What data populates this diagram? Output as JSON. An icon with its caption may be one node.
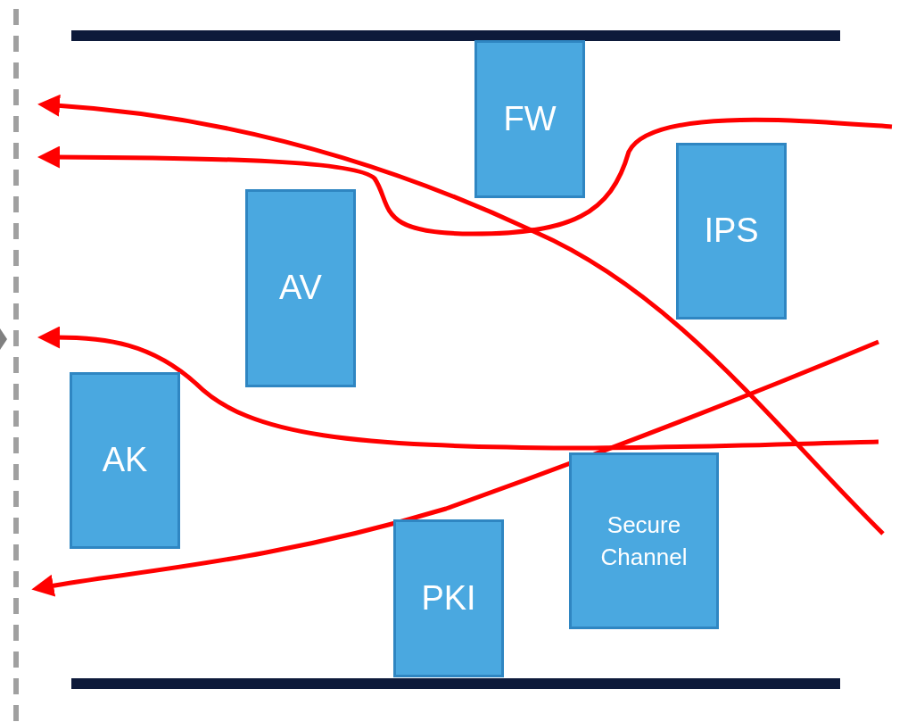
{
  "diagram": {
    "nodes": [
      {
        "text": [
          "FW"
        ]
      },
      {
        "text": [
          "IPS"
        ]
      },
      {
        "text": [
          "AV"
        ]
      },
      {
        "text": [
          "AK"
        ]
      },
      {
        "text": [
          "Secure Channel"
        ]
      },
      {
        "text": [
          "PKI"
        ]
      }
    ]
  }
}
